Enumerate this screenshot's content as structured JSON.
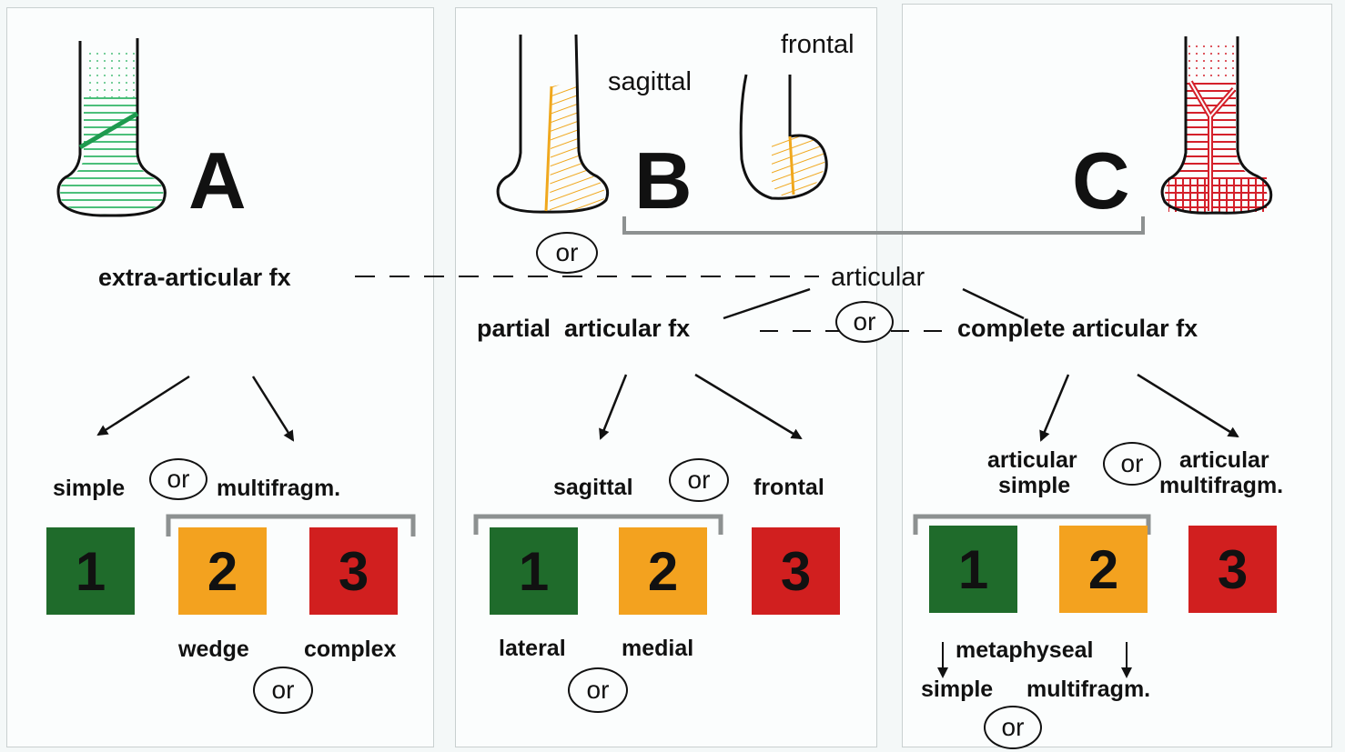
{
  "colors": {
    "green": "#1f6b2b",
    "orange": "#f3a21f",
    "red": "#d11f1f",
    "panel": "#fbfdfd"
  },
  "icons": [
    "bone-extra-articular-icon",
    "bone-sagittal-fracture-icon",
    "bone-frontal-fracture-icon",
    "bone-complete-articular-icon"
  ],
  "or_word": "or",
  "panel_a": {
    "letter": "A",
    "type_label": "extra-articular fx",
    "branch_left": "simple",
    "branch_right": "multifragm.",
    "groups": [
      "1",
      "2",
      "3"
    ],
    "sub_left": "wedge",
    "sub_right": "complex"
  },
  "panel_b": {
    "letter": "B",
    "label_sagittal": "sagittal",
    "label_frontal": "frontal",
    "type_label": "partial  articular fx",
    "branch_left": "sagittal",
    "branch_right": "frontal",
    "groups": [
      "1",
      "2",
      "3"
    ],
    "sub_left": "lateral",
    "sub_right": "medial"
  },
  "panel_c": {
    "letter": "C",
    "type_label": "complete articular fx",
    "branch_left_1": "articular",
    "branch_left_2": "simple",
    "branch_right_1": "articular",
    "branch_right_2": "multifragm.",
    "groups": [
      "1",
      "2",
      "3"
    ],
    "sub_title": "metaphyseal",
    "sub_left": "simple",
    "sub_right": "multifragm."
  },
  "center": {
    "articular": "articular"
  }
}
